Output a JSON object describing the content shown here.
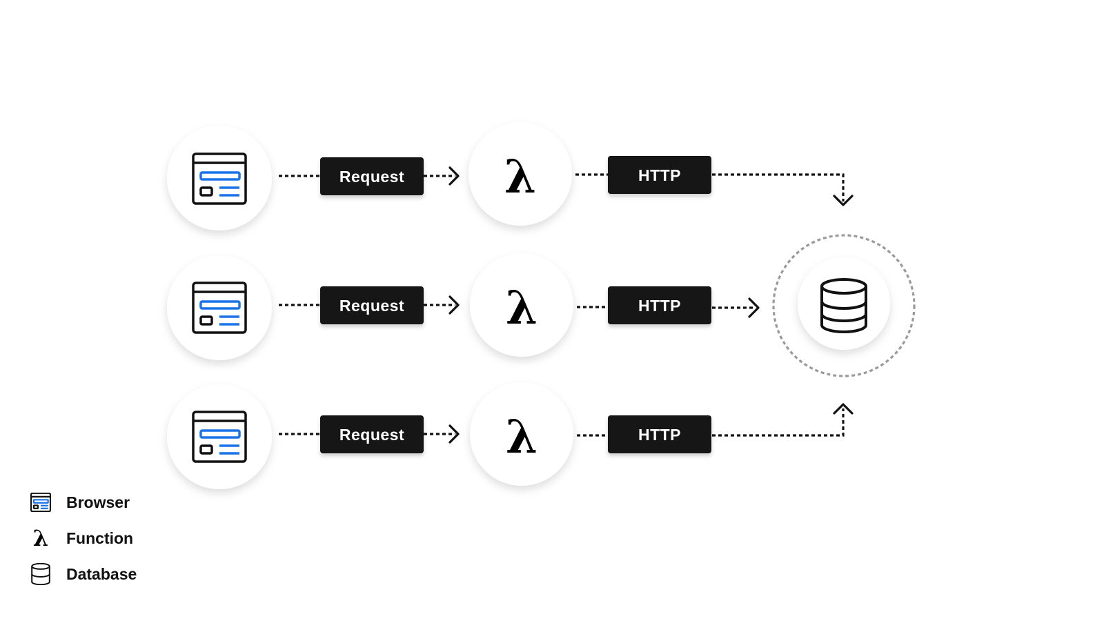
{
  "flows": [
    {
      "source": "browser",
      "request_label": "Request",
      "function_symbol": "λ",
      "protocol_label": "HTTP"
    },
    {
      "source": "browser",
      "request_label": "Request",
      "function_symbol": "λ",
      "protocol_label": "HTTP"
    },
    {
      "source": "browser",
      "request_label": "Request",
      "function_symbol": "λ",
      "protocol_label": "HTTP"
    }
  ],
  "target": {
    "icon": "database-icon"
  },
  "legend": {
    "items": [
      {
        "icon": "browser-icon",
        "label": "Browser"
      },
      {
        "icon": "lambda-icon",
        "symbol": "λ",
        "label": "Function"
      },
      {
        "icon": "database-icon",
        "label": "Database"
      }
    ]
  },
  "colors": {
    "accent_blue": "#1a73e8",
    "pill_background": "#161616",
    "pill_text": "#ffffff",
    "ring_gray": "#9a9a9a"
  }
}
